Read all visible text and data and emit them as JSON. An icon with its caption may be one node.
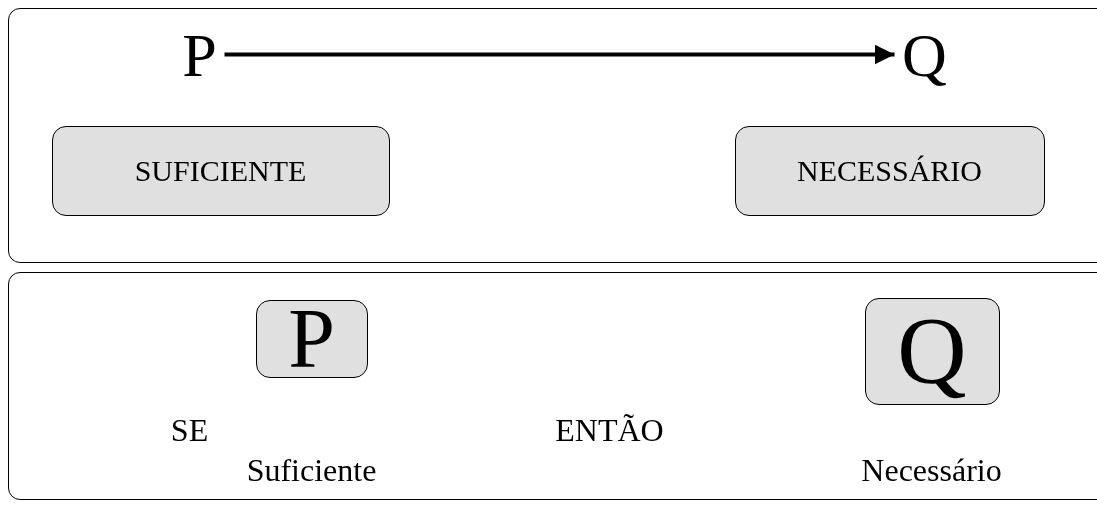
{
  "diagram": {
    "nodes": [
      {
        "text": [],
        "shape": "box"
      },
      {
        "text": [
          "P"
        ],
        "in": 0
      },
      {
        "text": [
          "Q"
        ],
        "in": 0
      },
      {
        "text": [
          "SUFICIENTE"
        ],
        "in": 0
      },
      {
        "text": [
          "NECESSÁRIO"
        ],
        "in": 0
      },
      {
        "text": [],
        "shape": "box"
      },
      {
        "text": [
          "P"
        ],
        "in": 5,
        "beside": [
          "Suficiente"
        ]
      },
      {
        "text": [
          "Q"
        ],
        "in": 5,
        "beside": [
          "Necessário"
        ]
      }
    ],
    "edges": [
      {
        "from": 1,
        "to": 2,
        "arrow": "to"
      }
    ],
    "labels": [
      "SE",
      "ENTÃO"
    ]
  }
}
